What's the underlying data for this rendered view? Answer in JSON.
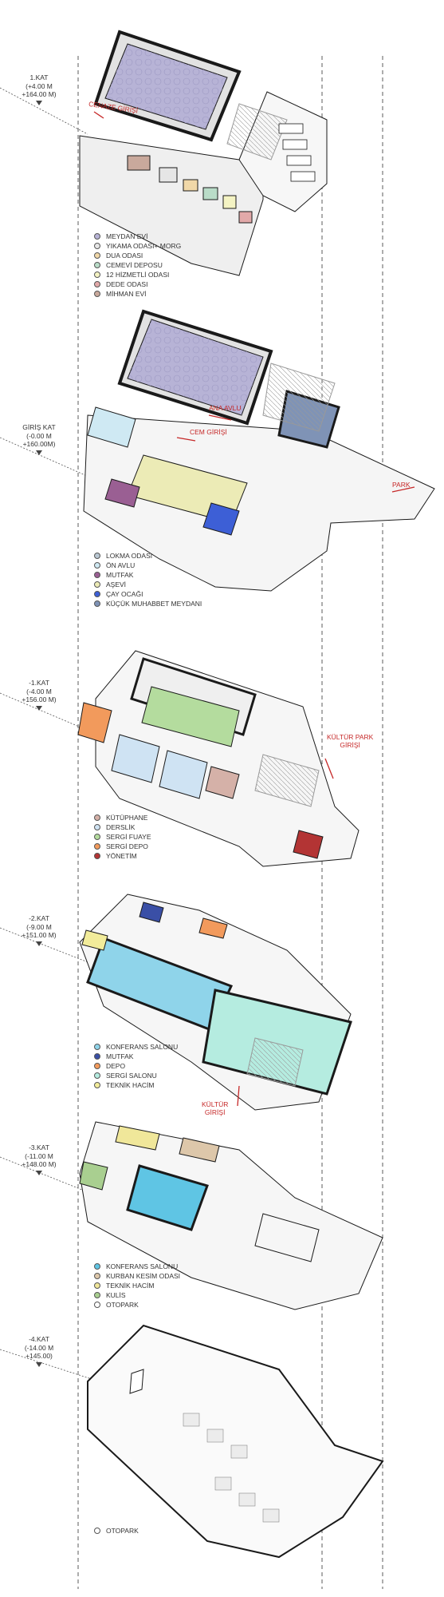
{
  "levels": [
    {
      "name": "1.KAT",
      "l1": "(+4.00 M",
      "l2": "+164.00 M)"
    },
    {
      "name": "GİRİŞ KAT",
      "l1": "(-0.00 M",
      "l2": "+160.00M)"
    },
    {
      "name": "-1.KAT",
      "l1": "(-4.00 M",
      "l2": "+156.00 M)"
    },
    {
      "name": "-2.KAT",
      "l1": "(-9.00 M",
      "l2": "+151.00 M)"
    },
    {
      "name": "-3.KAT",
      "l1": "(-11.00 M",
      "l2": "+148.00 M)"
    },
    {
      "name": "-4.KAT",
      "l1": "(-14.00 M",
      "l2": "+145.00)"
    }
  ],
  "legends": [
    [
      {
        "label": "MEYDAN EVİ",
        "color": "#b7b3d6"
      },
      {
        "label": "YIKAMA ODASI+ MORG",
        "color": "#e6e6e6"
      },
      {
        "label": "DUA ODASI",
        "color": "#f1d8a8"
      },
      {
        "label": "CEMEVİ DEPOSU",
        "color": "#b9dcc8"
      },
      {
        "label": "12 HİZMETLİ ODASI",
        "color": "#f4f3c3"
      },
      {
        "label": "DEDE ODASI",
        "color": "#e2a9a9"
      },
      {
        "label": "MİHMAN EVİ",
        "color": "#c9a99c"
      }
    ],
    [
      {
        "label": "LOKMA ODASI",
        "color": "#b9c7d2"
      },
      {
        "label": "ÖN AVLU",
        "color": "#cfe9f3"
      },
      {
        "label": "MUTFAK",
        "color": "#9a5f93"
      },
      {
        "label": "AŞEVİ",
        "color": "#ecebb6"
      },
      {
        "label": "ÇAY OCAĞI",
        "color": "#3d5fd6"
      },
      {
        "label": "KÜÇÜK MUHABBET MEYDANI",
        "color": "#7f93b6"
      }
    ],
    [
      {
        "label": "KÜTÜPHANE",
        "color": "#d5b1a8"
      },
      {
        "label": "DERSLİK",
        "color": "#cfe3f3"
      },
      {
        "label": "SERGİ FUAYE",
        "color": "#b4dc9e"
      },
      {
        "label": "SERGİ DEPO",
        "color": "#f29a5c"
      },
      {
        "label": "YÖNETİM",
        "color": "#b33434"
      }
    ],
    [
      {
        "label": "KONFERANS SALONU",
        "color": "#8fd4ea"
      },
      {
        "label": "MUTFAK",
        "color": "#3a4fa6"
      },
      {
        "label": "DEPO",
        "color": "#f29a5c"
      },
      {
        "label": "SERGİ SALONU",
        "color": "#b5ece0"
      },
      {
        "label": "TEKNİK HACİM",
        "color": "#f2ec9a"
      }
    ],
    [
      {
        "label": "KONFERANS SALONU",
        "color": "#5fc5e4"
      },
      {
        "label": "KURBAN KESİM ODASI",
        "color": "#ddc7aa"
      },
      {
        "label": "TEKNİK HACİM",
        "color": "#f0e79a"
      },
      {
        "label": "KULİS",
        "color": "#a9cf90"
      },
      {
        "label": "OTOPARK",
        "color": "#ffffff"
      }
    ],
    [
      {
        "label": "OTOPARK",
        "color": "#ffffff"
      }
    ]
  ],
  "entries": {
    "cenaze": "CENAZE GİRİŞİ",
    "ana_avlu": "ANA AVLU",
    "cem": "CEM GİRİŞİ",
    "park": "PARK",
    "kultur_park_1": "KÜLTÜR PARK",
    "kultur_park_2": "GİRİŞİ",
    "kultur_1": "KÜLTÜR",
    "kultur_2": "GİRİŞİ"
  },
  "colors": {
    "entry_red": "#c62828",
    "outline": "#1a1a1a"
  }
}
